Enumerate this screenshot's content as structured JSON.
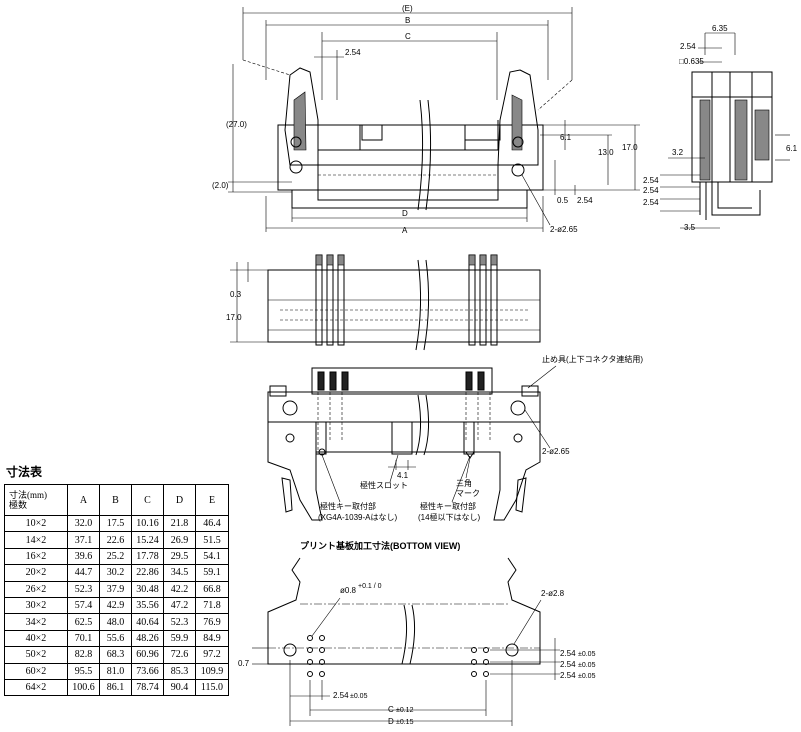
{
  "table": {
    "title": "寸法表",
    "corner_top": "寸法(mm)",
    "corner_bottom": "極数",
    "headers": [
      "A",
      "B",
      "C",
      "D",
      "E"
    ],
    "rows": [
      {
        "poles": "10×2",
        "A": "32.0",
        "B": "17.5",
        "C": "10.16",
        "D": "21.8",
        "E": "46.4"
      },
      {
        "poles": "14×2",
        "A": "37.1",
        "B": "22.6",
        "C": "15.24",
        "D": "26.9",
        "E": "51.5"
      },
      {
        "poles": "16×2",
        "A": "39.6",
        "B": "25.2",
        "C": "17.78",
        "D": "29.5",
        "E": "54.1"
      },
      {
        "poles": "20×2",
        "A": "44.7",
        "B": "30.2",
        "C": "22.86",
        "D": "34.5",
        "E": "59.1"
      },
      {
        "poles": "26×2",
        "A": "52.3",
        "B": "37.9",
        "C": "30.48",
        "D": "42.2",
        "E": "66.8"
      },
      {
        "poles": "30×2",
        "A": "57.4",
        "B": "42.9",
        "C": "35.56",
        "D": "47.2",
        "E": "71.8"
      },
      {
        "poles": "34×2",
        "A": "62.5",
        "B": "48.0",
        "C": "40.64",
        "D": "52.3",
        "E": "76.9"
      },
      {
        "poles": "40×2",
        "A": "70.1",
        "B": "55.6",
        "C": "48.26",
        "D": "59.9",
        "E": "84.9"
      },
      {
        "poles": "50×2",
        "A": "82.8",
        "B": "68.3",
        "C": "60.96",
        "D": "72.6",
        "E": "97.2"
      },
      {
        "poles": "60×2",
        "A": "95.5",
        "B": "81.0",
        "C": "73.66",
        "D": "85.3",
        "E": "109.9"
      },
      {
        "poles": "64×2",
        "A": "100.6",
        "B": "86.1",
        "C": "78.74",
        "D": "90.4",
        "E": "115.0"
      }
    ]
  },
  "front_view": {
    "dim_E": "(E)",
    "dim_B": "B",
    "dim_C": "C",
    "dim_254": "2.54",
    "dim_270": "(27.0)",
    "dim_20": "(2.0)",
    "dim_61": "6.1",
    "dim_130": "13.0",
    "dim_170": "17.0",
    "dim_05": "0.5",
    "dim_254b": "2.54",
    "dim_D": "D",
    "dim_A": "A",
    "hole": "2-ø2.65"
  },
  "side_view": {
    "dim_635": "6.35",
    "dim_254": "2.54",
    "dim_sq": "□0.635",
    "dim_32": "3.2",
    "dim_61": "6.1",
    "dim_254a": "2.54",
    "dim_254b": "2.54",
    "dim_254c": "2.54",
    "dim_35": "3.5"
  },
  "top_view": {
    "dim_03": "0.3",
    "dim_170": "17.0"
  },
  "bottom_view": {
    "lock_label": "止め具(上下コネクタ連結用)",
    "hole": "2-ø2.65",
    "dim_41": "4.1",
    "key_slot": "極性スロット",
    "triangle_1": "三角",
    "triangle_2": "マーク",
    "key_mount_1a": "極性キー取付部",
    "key_mount_1b": "(XG4A-1039-Aはなし)",
    "key_mount_2a": "極性キー取付部",
    "key_mount_2b": "(14極以下はなし)"
  },
  "pcb_view": {
    "title": "プリント基板加工寸法(BOTTOM VIEW)",
    "hole_small": "ø0.8",
    "hole_tol": "+0.1 / 0",
    "hole_big": "2-ø2.8",
    "dim_07": "0.7",
    "dim_254_a": "2.54",
    "dim_254_b": "2.54",
    "dim_254_c": "2.54",
    "tol_005": "±0.05",
    "dim_254_h": "2.54",
    "dim_C": "C",
    "tol_012": "±0.12",
    "dim_D": "D",
    "tol_015": "±0.15"
  }
}
